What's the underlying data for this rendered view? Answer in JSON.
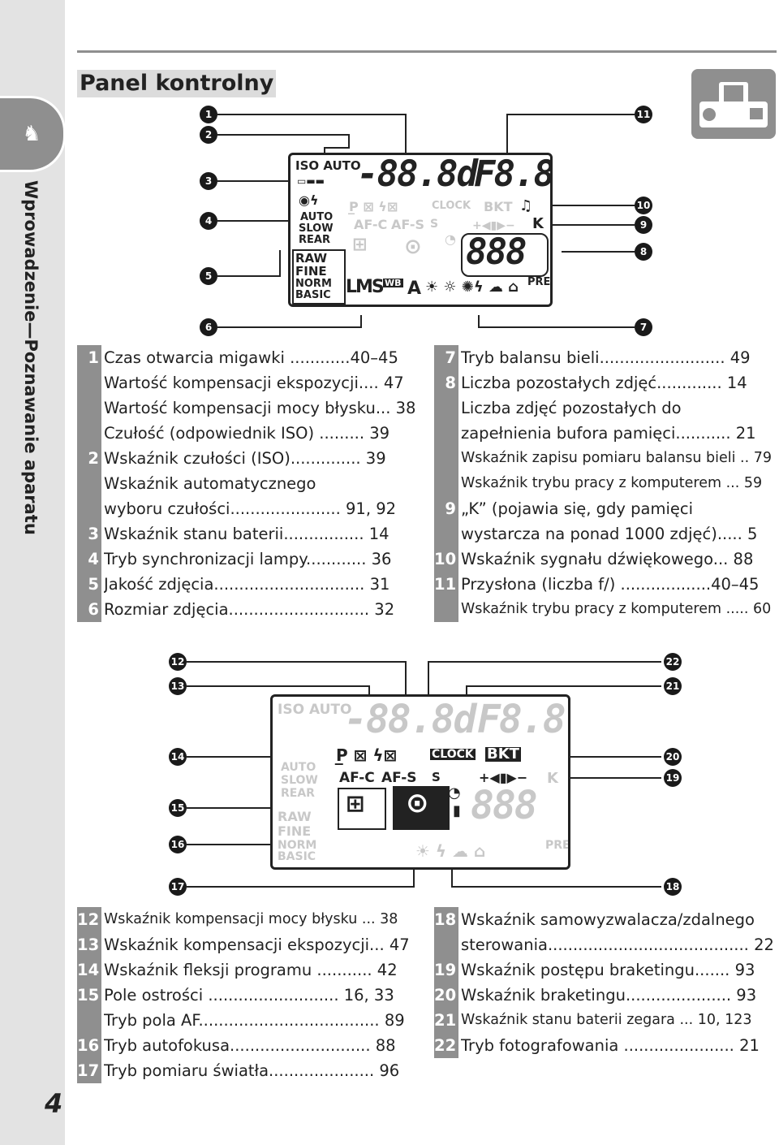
{
  "sidebar": {
    "section_title": "Wprowadzenie—Poznawanie aparatu",
    "page_number": "4",
    "tab_icon": "rooster-icon"
  },
  "header": {
    "title": "Panel kontrolny"
  },
  "lcd": {
    "iso_auto": "ISO AUTO",
    "shutter": "-88.8d",
    "aperture": "F8.8",
    "flash_modes": "AUTO",
    "slow": "SLOW",
    "rear": "REAR",
    "quality": [
      "RAW",
      "FINE",
      "NORM",
      "BASIC"
    ],
    "size": "LMS",
    "clock": "CLOCK",
    "bkt": "BKT",
    "afc": "AF-C",
    "afs": "AF-S",
    "s": "S",
    "k": "K",
    "counter": "888",
    "wb": "WB",
    "wb_a": "A",
    "pre": "PRE"
  },
  "markers_top": [
    "1",
    "2",
    "3",
    "4",
    "5",
    "6",
    "7",
    "8",
    "9",
    "10",
    "11"
  ],
  "markers_bottom": [
    "12",
    "13",
    "14",
    "15",
    "16",
    "17",
    "18",
    "19",
    "20",
    "21",
    "22"
  ],
  "legend_top_left": [
    {
      "num": "1",
      "label": "Czas otwarcia migawki ............40–45"
    },
    {
      "num": "",
      "label": "Wartość kompensacji ekspozycji.... 47"
    },
    {
      "num": "",
      "label": "Wartość kompensacji mocy błysku... 38"
    },
    {
      "num": "",
      "label": "Czułość (odpowiednik ISO) ......... 39"
    },
    {
      "num": "2",
      "label": "Wskaźnik czułości (ISO).............. 39"
    },
    {
      "num": "",
      "label": "Wskaźnik automatycznego"
    },
    {
      "num": "",
      "label": "wyboru czułości...................... 91, 92"
    },
    {
      "num": "3",
      "label": "Wskaźnik stanu baterii................ 14"
    },
    {
      "num": "4",
      "label": "Tryb synchronizacji lampy............ 36"
    },
    {
      "num": "5",
      "label": "Jakość zdjęcia.............................. 31"
    },
    {
      "num": "6",
      "label": "Rozmiar zdjęcia............................ 32"
    }
  ],
  "legend_top_right": [
    {
      "num": "7",
      "label": "Tryb balansu bieli......................... 49",
      "cond": false
    },
    {
      "num": "8",
      "label": "Liczba pozostałych zdjęć............. 14",
      "cond": false
    },
    {
      "num": "",
      "label": "Liczba zdjęć pozostałych do",
      "cond": false
    },
    {
      "num": "",
      "label": "zapełnienia bufora pamięci........... 21",
      "cond": false
    },
    {
      "num": "",
      "label": "Wskaźnik zapisu pomiaru balansu bieli .. 79",
      "cond": true
    },
    {
      "num": "",
      "label": "Wskaźnik trybu pracy z komputerem ... 59",
      "cond": true
    },
    {
      "num": "9",
      "label": "„K” (pojawia się, gdy pamięci",
      "cond": false
    },
    {
      "num": "",
      "label": "wystarcza na ponad 1000 zdjęć)..... 5",
      "cond": false
    },
    {
      "num": "10",
      "label": "Wskaźnik sygnału dźwiękowego... 88",
      "cond": false
    },
    {
      "num": "11",
      "label": "Przysłona (liczba f/) ..................40–45",
      "cond": false
    },
    {
      "num": "",
      "label": "Wskaźnik trybu pracy z komputerem ..... 60",
      "cond": true
    }
  ],
  "legend_bottom_left": [
    {
      "num": "12",
      "label": "Wskaźnik kompensacji mocy błysku ... 38",
      "cond": true
    },
    {
      "num": "13",
      "label": "Wskaźnik kompensacji ekspozycji... 47",
      "cond": false
    },
    {
      "num": "14",
      "label": "Wskaźnik fleksji programu ........... 42",
      "cond": false
    },
    {
      "num": "15",
      "label": "Pole ostrości .......................... 16, 33",
      "cond": false
    },
    {
      "num": "",
      "label": "Tryb pola AF.................................... 89",
      "cond": false
    },
    {
      "num": "16",
      "label": "Tryb autofokusa............................ 88",
      "cond": false
    },
    {
      "num": "17",
      "label": "Tryb pomiaru światła..................... 96",
      "cond": false
    }
  ],
  "legend_bottom_right": [
    {
      "num": "18",
      "label": "Wskaźnik samowyzwalacza/zdalnego",
      "cond": false
    },
    {
      "num": "",
      "label": "sterowania........................................ 22",
      "cond": false
    },
    {
      "num": "19",
      "label": "Wskaźnik postępu braketingu....... 93",
      "cond": false
    },
    {
      "num": "20",
      "label": "Wskaźnik braketingu..................... 93",
      "cond": false
    },
    {
      "num": "21",
      "label": "Wskaźnik stanu baterii zegara ... 10, 123",
      "cond": true
    },
    {
      "num": "22",
      "label": "Tryb fotografowania ...................... 21",
      "cond": false
    }
  ]
}
